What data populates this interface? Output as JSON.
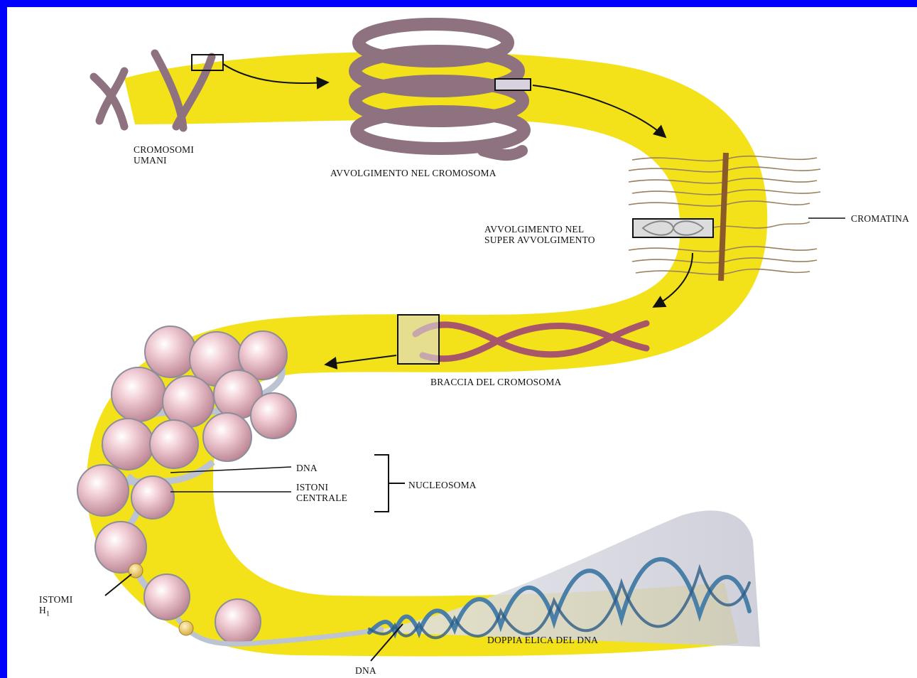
{
  "labels": {
    "cromosomi_umani": [
      "CROMOSOMI",
      "UMANI"
    ],
    "avvolgimento_cromosoma": "AVVOLGIMENTO NEL CROMOSOMA",
    "cromatina": "CROMATINA",
    "super_avvolgimento": [
      "AVVOLGIMENTO NEL",
      "SUPER AVVOLGIMENTO"
    ],
    "braccia": "BRACCIA DEL CROMOSOMA",
    "dna_upper": "DNA",
    "istoni_centrale": [
      "ISTONI",
      "CENTRALE"
    ],
    "nucleosoma": "NUCLEOSOMA",
    "istomi_h1": [
      "ISTOMI",
      "H",
      "1"
    ],
    "doppia_elica": "DOPPIA ELICA DEL DNA",
    "dna_lower": "DNA"
  },
  "colors": {
    "background": "#0000ff",
    "panel": "#ffffff",
    "band": "#f3e21a",
    "chromosome": "#8e7280",
    "histone": "#e4b9c3",
    "dna_strand": "#bcc3d2",
    "helix": "#4a7fa8",
    "braccia": "#a8566a"
  }
}
